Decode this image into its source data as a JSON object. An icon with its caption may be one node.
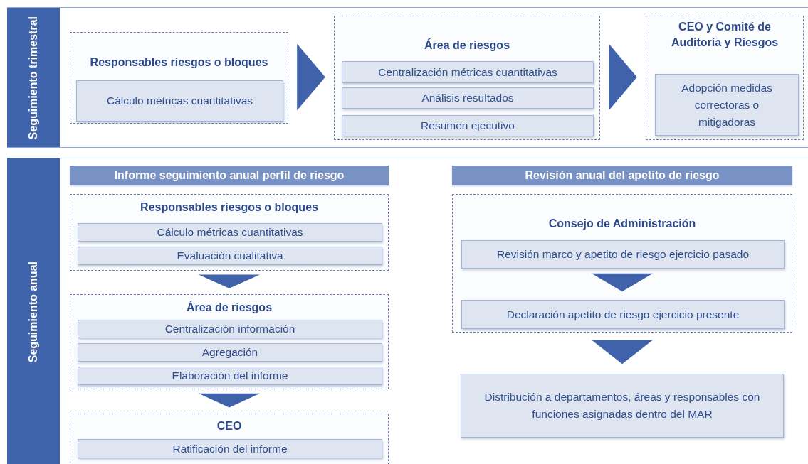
{
  "diagram": {
    "nodes": [
      {
        "text": [
          "Seguimiento trimestral"
        ]
      },
      {
        "text": [
          "Responsables riesgos o bloques"
        ],
        "in": 0
      },
      {
        "text": [
          "Cálculo métricas cuantitativas"
        ],
        "in": 1
      },
      {
        "text": [
          "Área de riesgos"
        ],
        "in": 0
      },
      {
        "text": [
          "Centralización métricas cuantitativas"
        ],
        "in": 3
      },
      {
        "text": [
          "Análisis resultados"
        ],
        "in": 3
      },
      {
        "text": [
          "Resumen ejecutivo"
        ],
        "in": 3
      },
      {
        "text": [
          "CEO y Comité de Auditoría y Riesgos"
        ],
        "in": 0
      },
      {
        "text": [
          "Adopción medidas correctoras o mitigadoras"
        ],
        "in": 7
      },
      {
        "text": [
          "Seguimiento anual"
        ]
      },
      {
        "text": [
          "Informe seguimiento anual perfil de riesgo"
        ],
        "in": 9
      },
      {
        "text": [
          "Responsables riesgos o bloques"
        ],
        "in": 9
      },
      {
        "text": [
          "Cálculo métricas cuantitativas"
        ],
        "in": 11
      },
      {
        "text": [
          "Evaluación cualitativa"
        ],
        "in": 11
      },
      {
        "text": [
          "Área de riesgos"
        ],
        "in": 9
      },
      {
        "text": [
          "Centralización información"
        ],
        "in": 14
      },
      {
        "text": [
          "Agregación"
        ],
        "in": 14
      },
      {
        "text": [
          "Elaboración del informe"
        ],
        "in": 14
      },
      {
        "text": [
          "CEO"
        ],
        "in": 9
      },
      {
        "text": [
          "Ratificación del informe"
        ],
        "in": 18
      },
      {
        "text": [
          "Revisión anual del apetito de riesgo"
        ],
        "in": 9
      },
      {
        "text": [
          "Consejo de Administración"
        ],
        "in": 9
      },
      {
        "text": [
          "Revisión marco y apetito de riesgo ejercicio pasado"
        ],
        "in": 21
      },
      {
        "text": [
          "Declaración apetito de riesgo ejercicio presente"
        ],
        "in": 21
      },
      {
        "text": [
          "Distribución a departamentos, áreas y responsables con funciones asignadas dentro del MAR"
        ],
        "in": 9
      }
    ],
    "edges": [
      {
        "from": 1,
        "to": 3,
        "arrow": "to"
      },
      {
        "from": 3,
        "to": 7,
        "arrow": "to"
      },
      {
        "from": 11,
        "to": 14,
        "arrow": "to"
      },
      {
        "from": 14,
        "to": 18,
        "arrow": "to"
      },
      {
        "from": 22,
        "to": 23,
        "arrow": "to"
      },
      {
        "from": 21,
        "to": 24,
        "arrow": "to"
      }
    ]
  }
}
